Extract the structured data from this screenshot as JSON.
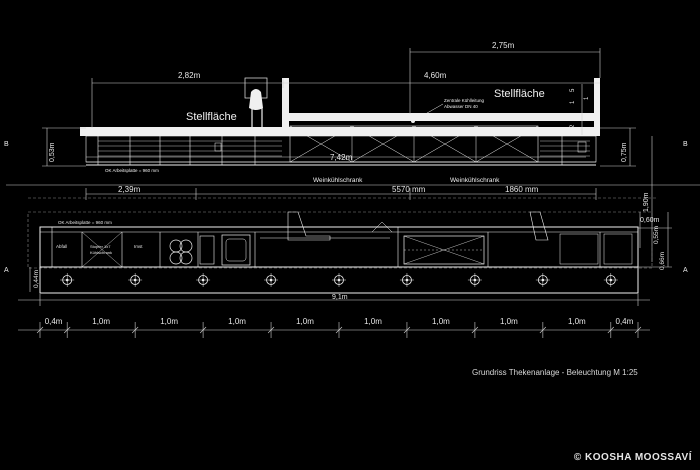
{
  "drawing": {
    "caption": "Grundriss Thekenanlage - Beleuchtung M 1:25",
    "credit": "© KOOSHA MOOSSAVÍ"
  },
  "labels": {
    "stellflaeche_left": "Stellfläche",
    "stellflaeche_right": "Stellfläche",
    "weinkuehlschrank_1": "Weinkühlschrank",
    "weinkuehlschrank_2": "Weinkühlschrank",
    "zentrale_kuehlleitung": "Zentrale Kühlleitung",
    "abwasser": "Abwasser DN 40",
    "ok_arbeitsplatte_top": "OK Arbeitsplatte = 960 mm",
    "ok_arbeitsplatte_bottom": "OK Arbeitsplatte = 960 mm",
    "section_left": "B",
    "section_right": "B",
    "axis_left": "A",
    "axis_right": "A",
    "unit_abfall": "Abfall",
    "unit_mid": "Stopfer 1x7",
    "unit_imst": "Imst",
    "unit_kuehlschrank": "Kühlschrank"
  },
  "dimensions": {
    "top_275": "2,75m",
    "top_282": "2,82m",
    "top_460": "4,60m",
    "mid_742": "7,42m",
    "mid_239": "2,39m",
    "mid_5570": "5570 mm",
    "mid_1860": "1860 mm",
    "left_053": "0,53m",
    "right_075": "0,75m",
    "right_190": "1,90m",
    "right_060": "0,60m",
    "right_055": "0,55m",
    "right_066": "0,66m",
    "left_044": "0,44m",
    "total_91": "9,1m",
    "small_1a": "1",
    "small_1b": "1",
    "small_2": "2",
    "small_5": "5"
  },
  "spacing": [
    "0,4m",
    "1,0m",
    "1,0m",
    "1,0m",
    "1,0m",
    "1,0m",
    "1,0m",
    "1,0m",
    "1,0m",
    "0,4m"
  ],
  "lights_count": 9,
  "colors": {
    "background": "#000000",
    "line": "#f0f0f0",
    "dim": "#cfcfcf",
    "dashed": "#8a8a8a"
  }
}
